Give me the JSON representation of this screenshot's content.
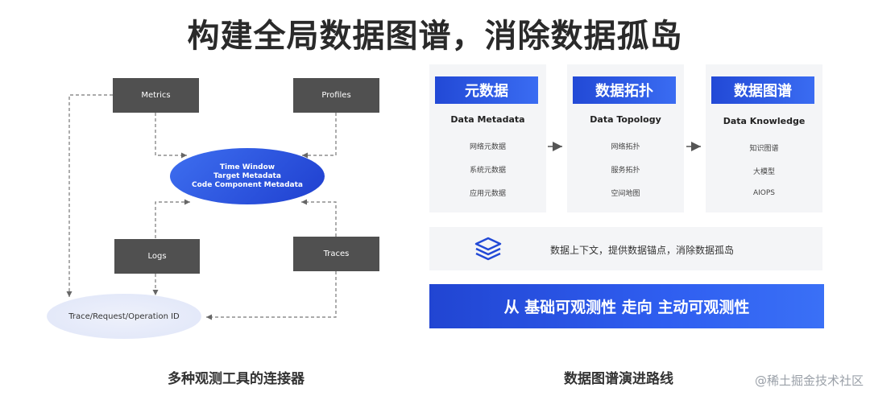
{
  "title": "构建全局数据图谱，消除数据孤岛",
  "left": {
    "boxes": {
      "metrics": "Metrics",
      "profiles": "Profiles",
      "logs": "Logs",
      "traces": "Traces"
    },
    "center_ellipse": [
      "Time Window",
      "Target Metadata",
      "Code Component Metadata"
    ],
    "trace_ellipse": "Trace/Request/Operation ID",
    "caption": "多种观测工具的连接器"
  },
  "right": {
    "panels": [
      {
        "head": "元数据",
        "en": "Data Metadata",
        "items": [
          "网络元数据",
          "系统元数据",
          "应用元数据"
        ]
      },
      {
        "head": "数据拓扑",
        "en": "Data Topology",
        "items": [
          "网络拓扑",
          "服务拓扑",
          "空间地图"
        ]
      },
      {
        "head": "数据图谱",
        "en": "Data Knowledge",
        "items": [
          "知识图谱",
          "大模型",
          "AIOPS"
        ]
      }
    ],
    "strip_text": "数据上下文，提供数据锚点，消除数据孤岛",
    "banner": "从 基础可观测性 走向 主动可观测性",
    "caption": "数据图谱演进路线"
  },
  "icons": {
    "strip_icon": "layers-icon",
    "arrow": "arrow-right-icon"
  },
  "watermark": "@稀土掘金技术社区",
  "colors": {
    "accent_blue": "#2249d6",
    "dark_box": "#505050",
    "panel_bg": "#f4f5f7"
  }
}
